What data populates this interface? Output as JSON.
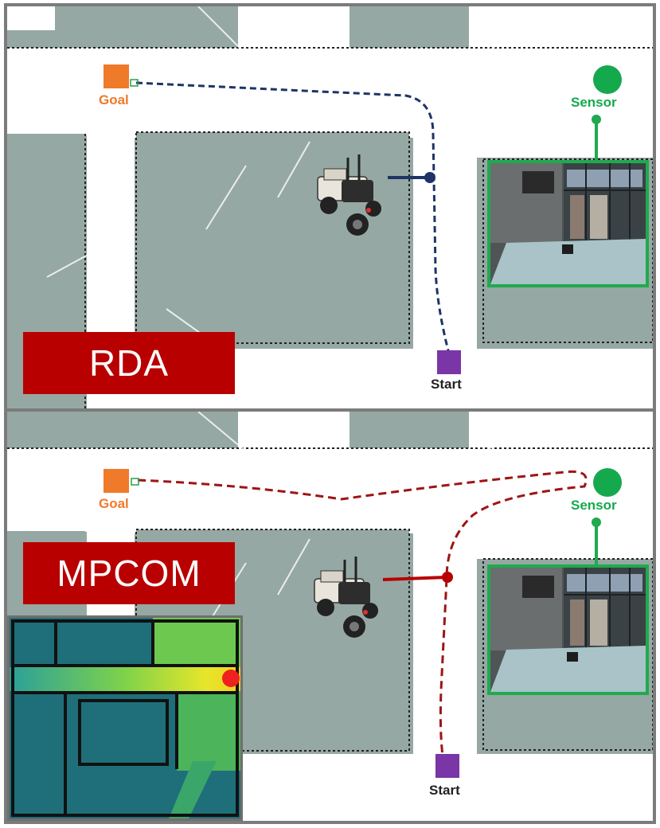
{
  "panels": {
    "top": {
      "method": "RDA",
      "goal_label": "Goal",
      "sensor_label": "Sensor",
      "start_label": "Start",
      "path_color": "#1e3466"
    },
    "bottom": {
      "method": "MPCOM",
      "goal_label": "Goal",
      "sensor_label": "Sensor",
      "start_label": "Start",
      "path_color": "#9e1414"
    }
  },
  "colors": {
    "goal": "#ef7a2a",
    "sensor": "#14a94d",
    "start": "#7a35a6",
    "label_bg": "#b80000",
    "occupied": "#96a8a3",
    "free": "#ffffff"
  },
  "icons": [
    "robot-icon",
    "goal-marker-icon",
    "sensor-marker-icon",
    "start-marker-icon"
  ]
}
